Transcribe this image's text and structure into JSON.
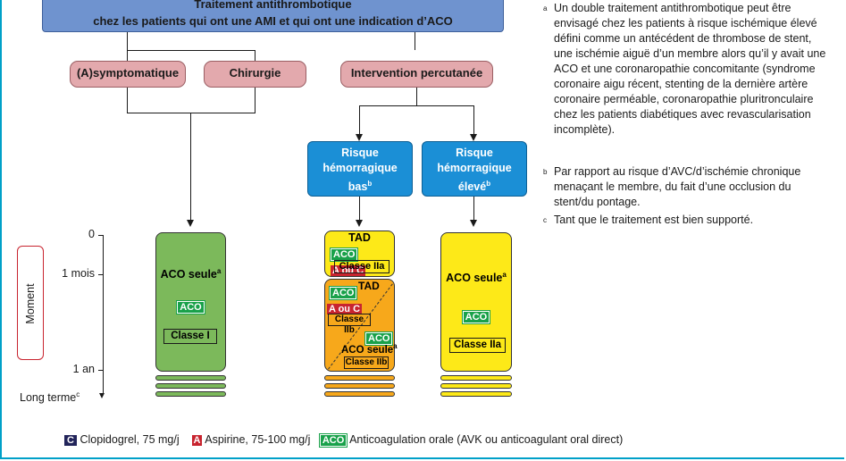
{
  "header": {
    "line1": "Traitement antithrombotique",
    "line2": "chez les patients qui ont une AMI et qui ont une indication d’ACO"
  },
  "branches": {
    "asympto": "(A)symptomatique",
    "chirurgie": "Chirurgie",
    "percutanee": "Intervention percutanée"
  },
  "risk": {
    "low_l1": "Risque",
    "low_l2": "hémorragique",
    "low_l3": "bas",
    "low_sup": "b",
    "high_l1": "Risque",
    "high_l2": "hémorragique",
    "high_l3": "élevé",
    "high_sup": "b"
  },
  "timeline": {
    "label": "Moment",
    "t0": "0",
    "t1": "1 mois",
    "t2": "1 an",
    "t3": "Long terme",
    "t3_sup": "c"
  },
  "col1": {
    "title": "ACO seule",
    "sup": "a",
    "tag": "ACO",
    "classe": "Classe I"
  },
  "col2": {
    "top_title": "TAD",
    "top_tag1": "ACO",
    "top_tag2": "A ou C",
    "top_classe": "Classe IIa",
    "mid_tag": "ACO",
    "mid_title": "TAD",
    "mid_tag2": "A ou C",
    "mid_classe": "Classe IIb",
    "low_tag": "ACO",
    "low_title": "ACO seule",
    "low_sup": "a",
    "low_classe": "Classe IIb"
  },
  "col3": {
    "title": "ACO seule",
    "sup": "a",
    "tag": "ACO",
    "classe": "Classe IIa"
  },
  "notes": {
    "a_mark": "a",
    "a_text": "Un double traitement antithrombotique peut être envisagé chez les patients à risque ischémique élevé défini comme un antécédent de thrombose de stent, une ischémie aiguë d’un membre alors qu’il y avait une ACO et une coronaropathie concomitante (syndrome coronaire aigu récent, stenting de la dernière artère coronaire perméable, coronaropathie pluritronculaire chez les patients diabétiques avec revascularisation incomplète).",
    "b_mark": "b",
    "b_text": "Par rapport au risque d’AVC/d’ischémie chronique menaçant le membre, du fait d’une occlusion du stent/du pontage.",
    "c_mark": "c",
    "c_text": "Tant que le traitement est bien supporté."
  },
  "legend": {
    "c_tag": "C",
    "c_text": "Clopidogrel, 75 mg/j",
    "a_tag": "A",
    "a_text": "Aspirine, 75-100 mg/j",
    "aco_tag": "ACO",
    "aco_text": "Anticoagulation orale (AVK ou anticoagulant oral direct)"
  },
  "colors": {
    "header": "#6f93cf",
    "branch": "#e3a9ad",
    "risk": "#1b8fd6",
    "green": "#7cb95b",
    "yellow": "#fde918",
    "orange": "#f7a81b",
    "aco": "#19a14a",
    "aspirin": "#c8242f",
    "clopidogrel": "#22245a",
    "frame": "#00a0c8"
  }
}
